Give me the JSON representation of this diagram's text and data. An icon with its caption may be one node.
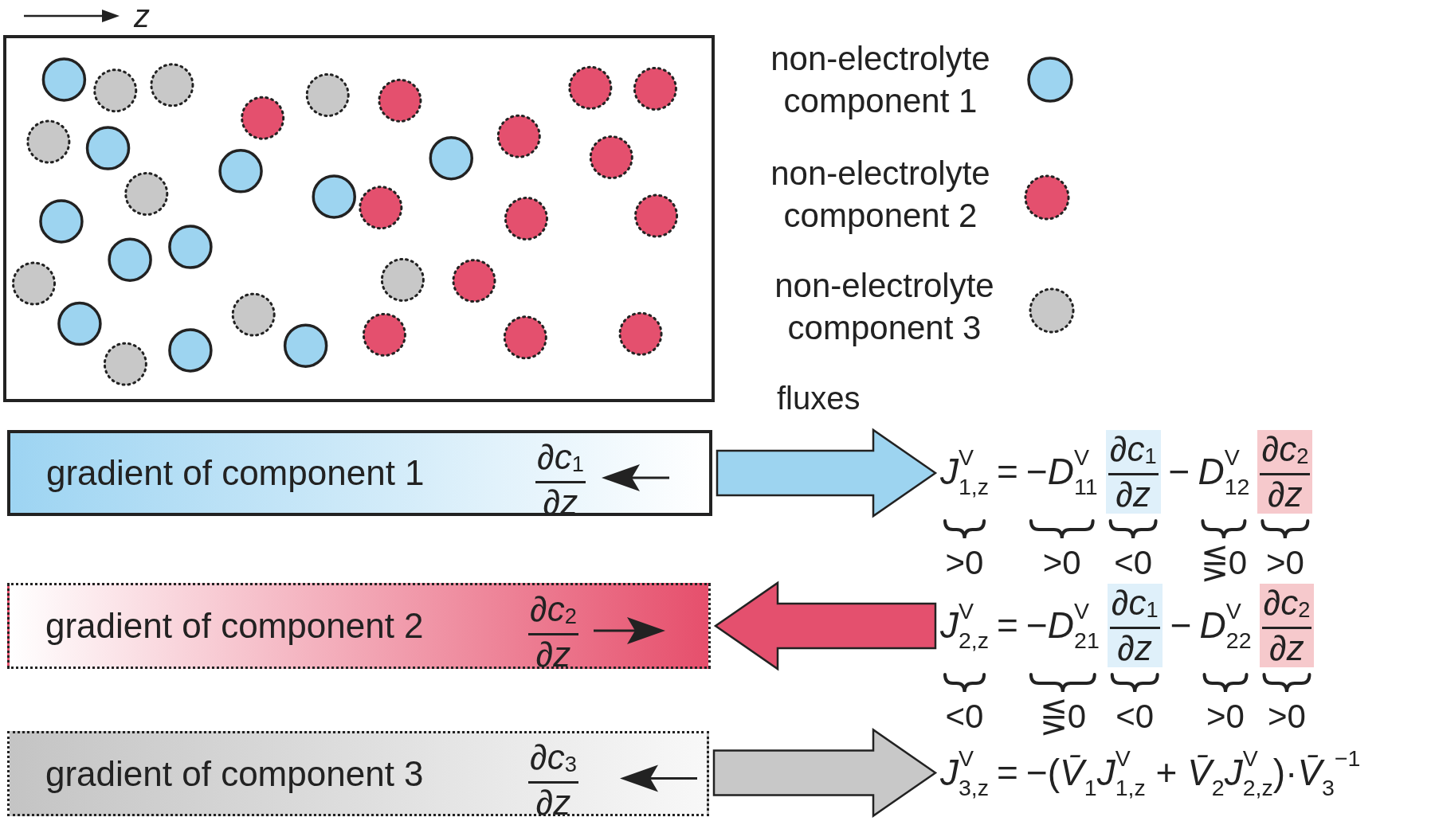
{
  "diagram": {
    "nodes": [
      {
        "text": [
          "gradient of component 1",
          "∂*c*$_{1}$",
          "∂*z*"
        ]
      },
      {
        "text": [
          "*J*$^{V}$$_{1,z}$",
          "=",
          "−*D*$^{V}$$_{11}$",
          "∂*c*$_{1}$",
          "∂*z*",
          "−",
          "*D*$^{V}$$_{12}$",
          "∂*c*$_{2}$",
          "∂*z*"
        ]
      },
      {
        "text": [
          "gradient of component 2",
          "∂*c*$_{2}$",
          "∂*z*"
        ]
      },
      {
        "text": [
          "*J*$^{V}$$_{2,z}$",
          "=",
          "−*D*$^{V}$$_{21}$",
          "∂*c*$_{1}$",
          "∂*z*",
          "−",
          "*D*$^{V}$$_{22}$",
          "∂*c*$_{2}$",
          "∂*z*"
        ]
      },
      {
        "text": [
          "gradient of component 3",
          "∂*c*$_{3}$",
          "∂*z*"
        ]
      },
      {
        "text": [
          "*J*$^{V}$$_{3,z}$",
          "=",
          "−(*V̄*$_{1}$*J*$^{V}$$_{1,z}$ + *V̄*$_{2}$*J*$^{V}$$_{2,z}$)·*V̄*$_{3}$$^{−1}$"
        ]
      }
    ],
    "edges": [
      {
        "from": 0,
        "to": 1,
        "arrow": "to",
        "style": "thick",
        "color": "#9dd4f0"
      },
      {
        "from": 3,
        "to": 2,
        "arrow": "to",
        "style": "thick",
        "color": "#e4506e"
      },
      {
        "from": 4,
        "to": 5,
        "arrow": "to",
        "style": "thick",
        "color": "#c8c8c8"
      }
    ],
    "labels": [
      "z",
      "fluxes",
      ">0",
      ">0",
      "<0",
      "⋚0",
      ">0",
      "<0",
      "⋚0",
      "<0",
      ">0",
      ">0"
    ],
    "legend": [
      {
        "text": "non-electrolyte component 1"
      },
      {
        "text": "non-electrolyte component 2"
      },
      {
        "text": "non-electrolyte component 3"
      }
    ]
  }
}
